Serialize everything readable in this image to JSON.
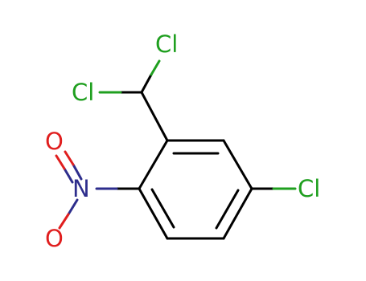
{
  "molecule": {
    "atoms": {
      "cl_top": "Cl",
      "cl_left": "Cl",
      "cl_right": "Cl",
      "n": "N",
      "o_top": "O",
      "o_bottom": "O"
    },
    "colors": {
      "bond": "#000000",
      "chlorine": "#1f9f1f",
      "nitrogen": "#2d2d8c",
      "oxygen": "#e01e1e"
    }
  }
}
